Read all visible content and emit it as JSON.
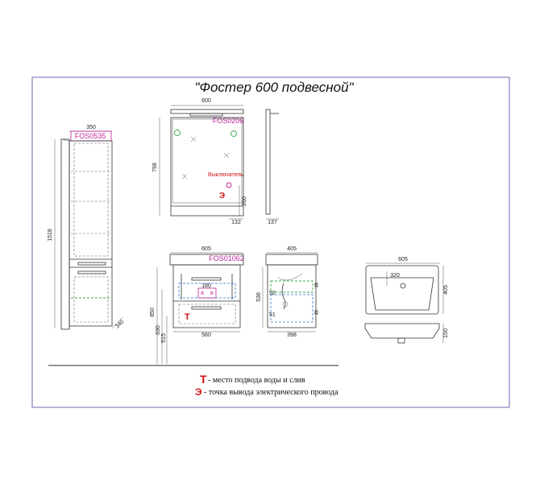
{
  "title": "\"Фостер 600 подвесной\"",
  "column": {
    "code": "FOS0535",
    "width": "350",
    "height": "1518",
    "depth": "340"
  },
  "mirror": {
    "code": "FOS0206",
    "width": "600",
    "height": "798",
    "switch_label": "Выключатель",
    "dim_a": "260",
    "dim_b": "132",
    "depth": "137",
    "marker": "Э"
  },
  "vanity": {
    "code": "FOS01062",
    "top_width": "605",
    "inner_width": "560",
    "drawer_width": "180",
    "h_total": "850",
    "h_a": "630",
    "h_b": "515",
    "marker": "T",
    "label_a": "а",
    "label_b": "в"
  },
  "vanity_side": {
    "top_depth": "405",
    "bottom_depth": "398",
    "height": "536",
    "dim_a": "52",
    "dim_b": "51"
  },
  "sink": {
    "width": "605",
    "depth": "405",
    "inner": "320",
    "height": "150"
  },
  "legend": {
    "t_symbol": "T",
    "t_text": "- место подвода воды и слив",
    "e_symbol": "Э",
    "e_text": "- точка вывода электрического провода"
  },
  "colors": {
    "accent": "#c0249a",
    "marker": "#d01010",
    "blue": "#2a6fd6",
    "green": "#3aa64a"
  }
}
